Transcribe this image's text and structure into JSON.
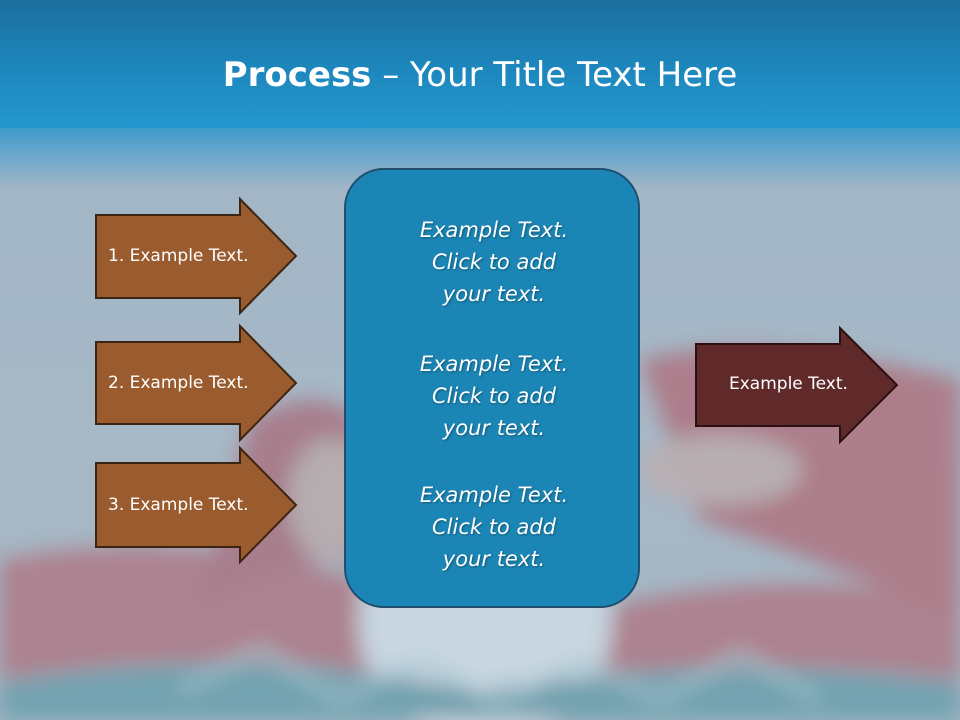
{
  "slide": {
    "title_bold": "Process",
    "title_rest": " – Your Title Text Here"
  },
  "left_arrows": [
    {
      "label": "1. Example Text."
    },
    {
      "label": "2. Example Text."
    },
    {
      "label": "3. Example Text."
    }
  ],
  "center_box": {
    "blocks": [
      {
        "line1": "Example Text.",
        "line2": "Click  to add",
        "line3": "your text."
      },
      {
        "line1": "Example Text.",
        "line2": "Click  to add",
        "line3": "your text."
      },
      {
        "line1": "Example Text.",
        "line2": "Click  to add",
        "line3": "your text."
      }
    ]
  },
  "right_arrow": {
    "label": "Example Text."
  },
  "colors": {
    "header_blue": "#1d87bd",
    "center_box_blue": "#1b86b5",
    "arrow_brown": "#9a5c2e",
    "arrow_maroon": "#612a2a"
  }
}
